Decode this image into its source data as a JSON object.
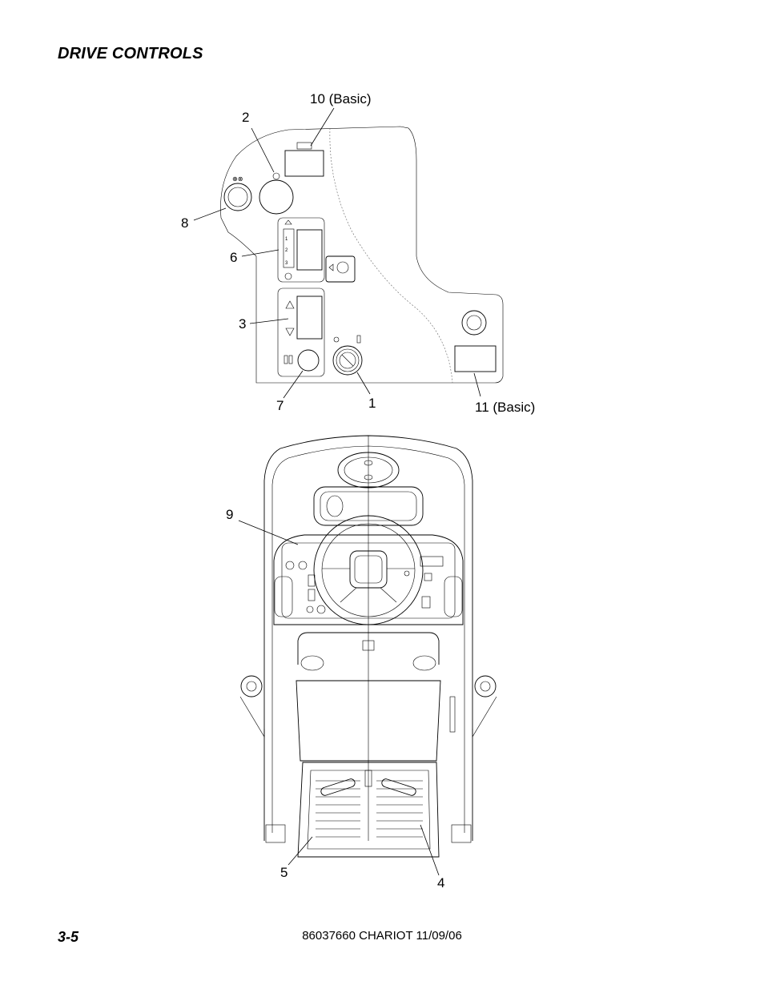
{
  "page": {
    "title": "DRIVE CONTROLS",
    "page_number": "3-5",
    "footer": "86037660 CHARIOT 11/09/06"
  },
  "callouts": {
    "c1": "1",
    "c2": "2",
    "c3": "3",
    "c4": "4",
    "c5": "5",
    "c6": "6",
    "c7": "7",
    "c8": "8",
    "c9": "9",
    "c10": "10 (Basic)",
    "c11": "11 (Basic)"
  }
}
